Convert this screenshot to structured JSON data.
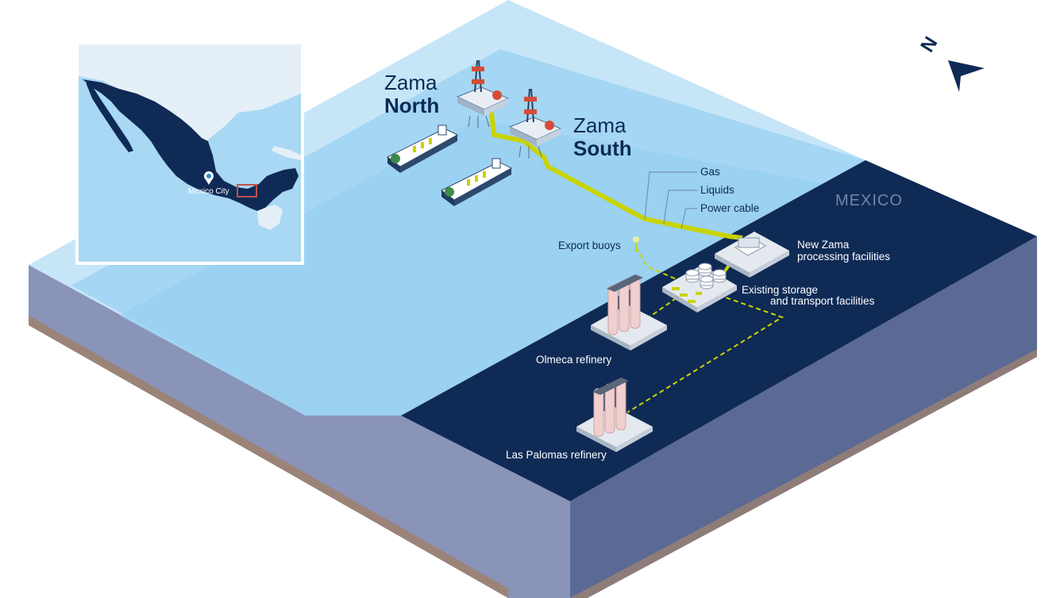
{
  "fields": {
    "north_line1": "Zama",
    "north_line2": "North",
    "south_line1": "Zama",
    "south_line2": "South",
    "country": "MEXICO",
    "pipe_gas": "Gas",
    "pipe_liquids": "Liquids",
    "pipe_power": "Power cable",
    "export_buoys": "Export buoys",
    "processing_line1": "New Zama",
    "processing_line2": "processing facilities",
    "storage_line1": "Existing storage",
    "storage_line2": "and transport facilities",
    "olmeca": "Olmeca refinery",
    "las_palomas": "Las Palomas refinery",
    "inset_city": "Mexico City",
    "compass_letter": "N"
  },
  "icons": [
    "compass-icon",
    "location-pin-icon",
    "drilling-platform-icon",
    "fpso-ship-icon",
    "refinery-icon",
    "storage-tank-icon",
    "buoy-icon"
  ],
  "colors": {
    "deep_sea": "#9ed3f2",
    "shallow_sea": "#c5e6f8",
    "land": "#0f2a55",
    "pipeline": "#c8d400",
    "ground_side": "#8791ba",
    "land_side": "#5a6a95",
    "inset_highlight": "#c0504d"
  }
}
